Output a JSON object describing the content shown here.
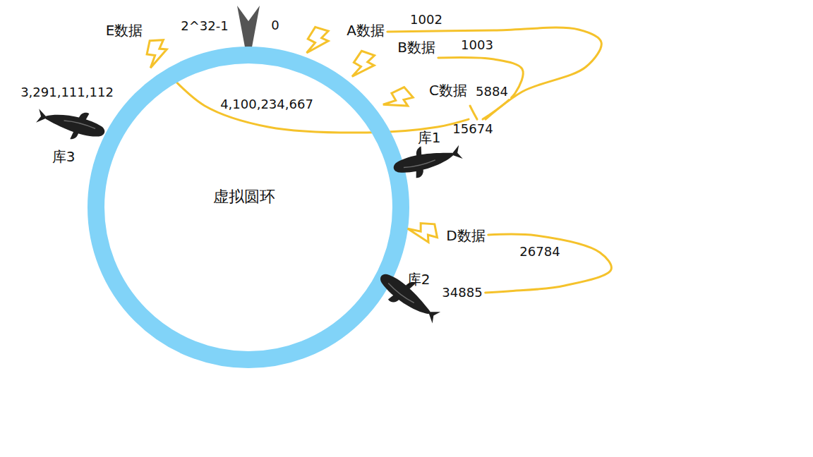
{
  "diagram": {
    "nodes": [
      {
        "text": [
          "虚拟圆环"
        ]
      },
      {
        "text": [
          "E数据"
        ]
      },
      {
        "text": [
          "A数据"
        ]
      },
      {
        "text": [
          "B数据"
        ]
      },
      {
        "text": [
          "C数据"
        ]
      },
      {
        "text": [
          "3,291,111,112",
          "库3"
        ]
      },
      {
        "text": [
          "库1",
          "15674"
        ]
      },
      {
        "text": [
          "D数据"
        ]
      },
      {
        "text": [
          "库2",
          "34885"
        ]
      }
    ],
    "edges": [
      {
        "from": 1,
        "to": 6,
        "label": "4,100,234,667",
        "arrow": "none"
      },
      {
        "from": 2,
        "to": 6,
        "label": "1002",
        "arrow": "none"
      },
      {
        "from": 3,
        "to": 6,
        "label": "1003",
        "arrow": "none"
      },
      {
        "from": 4,
        "to": 6,
        "label": "5884",
        "arrow": "none"
      },
      {
        "from": 7,
        "to": 8,
        "label": "26784",
        "arrow": "none"
      }
    ],
    "labels": [
      "2^32-1",
      "0"
    ]
  }
}
